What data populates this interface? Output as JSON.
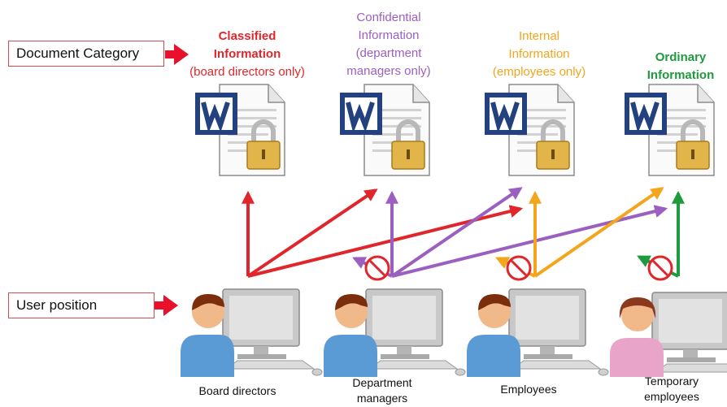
{
  "labels": {
    "document_category": "Document Category",
    "user_position": "User position"
  },
  "categories": [
    {
      "id": "classified",
      "lines": [
        "Classified",
        "Information",
        "(board directors only)"
      ],
      "color": "#e0262b"
    },
    {
      "id": "confidential",
      "lines": [
        "Confidential",
        "Information",
        "(department",
        "managers only)"
      ],
      "color": "#9b5fc0"
    },
    {
      "id": "internal",
      "lines": [
        "Internal",
        "Information",
        "(employees only)"
      ],
      "color": "#f3a51b"
    },
    {
      "id": "ordinary",
      "lines": [
        "Ordinary",
        "Information"
      ],
      "color": "#1e9b3c"
    }
  ],
  "users": [
    {
      "id": "board",
      "name": [
        "Board directors"
      ],
      "shirt": "#5b9bd5"
    },
    {
      "id": "dept",
      "name": [
        "Department",
        "managers"
      ],
      "shirt": "#5b9bd5"
    },
    {
      "id": "employees",
      "name": [
        "Employees"
      ],
      "shirt": "#5b9bd5"
    },
    {
      "id": "temp",
      "name": [
        "Temporary",
        "employees"
      ],
      "shirt": "#e8a5c9"
    }
  ],
  "colors": {
    "arrow_red": "#e0262b",
    "arrow_purple": "#9b5fc0",
    "arrow_orange": "#f3a51b",
    "arrow_green": "#1e9b3c",
    "label_border": "#d64a52",
    "pointer_red": "#e8102a"
  },
  "icons": {
    "document": "word-document-lock-icon",
    "denied": "no-access-icon",
    "user": "user-at-computer-icon"
  }
}
